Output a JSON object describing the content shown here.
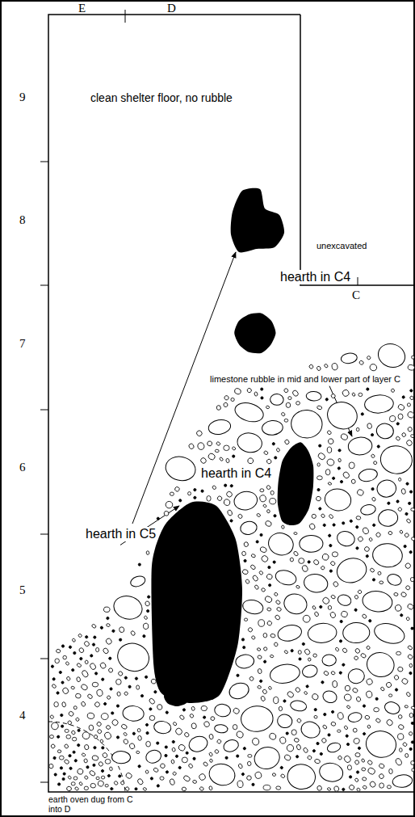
{
  "diagram": {
    "labels": [
      "E",
      "D",
      "9",
      "8",
      "7",
      "6",
      "5",
      "4",
      "clean shelter floor, no rubble",
      "unexcavated",
      "C",
      "hearth in C5",
      "hearth in C4",
      "limestone rubble in mid and lower part of layer C",
      "hearth in C4",
      "earth oven dug from C into D"
    ]
  }
}
